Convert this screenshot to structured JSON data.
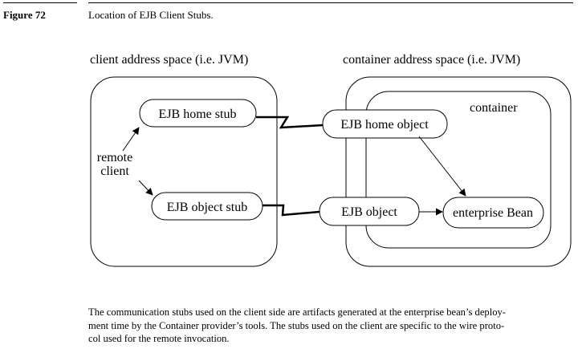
{
  "figure": {
    "label": "Figure 72",
    "caption": "Location of EJB Client Stubs."
  },
  "diagram": {
    "client_space_label": "client address space (i.e. JVM)",
    "container_space_label": "container address space (i.e. JVM)",
    "container_label": "container",
    "remote_client_line1": "remote",
    "remote_client_line2": "client",
    "ejb_home_stub": "EJB home stub",
    "ejb_object_stub": "EJB object stub",
    "ejb_home_object": "EJB home object",
    "ejb_object": "EJB object",
    "enterprise_bean": "enterprise Bean"
  },
  "body_text": {
    "line1": "The communication stubs used on the client side are artifacts generated at the enterprise bean’s deploy-",
    "line2": "ment time by the Container provider’s tools. The stubs used on the client are specific to the wire proto-",
    "line3": "col used for the remote invocation."
  }
}
